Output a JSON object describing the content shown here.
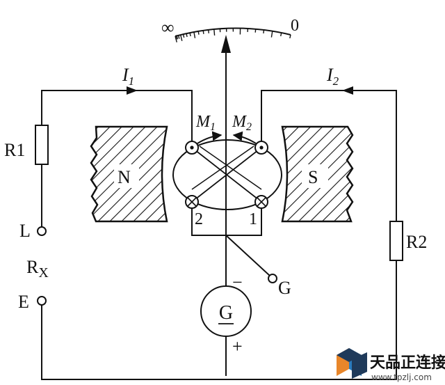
{
  "meter": {
    "scale_left": "∞",
    "scale_right": "0"
  },
  "currents": {
    "i1": "I",
    "i1_sub": "1",
    "i2": "I",
    "i2_sub": "2"
  },
  "resistors": {
    "r1": "R1",
    "r2": "R2"
  },
  "magnets": {
    "north": "N",
    "south": "S"
  },
  "coils": {
    "m1": "M",
    "m1_sub": "1",
    "m2": "M",
    "m2_sub": "2",
    "coil_2": "2",
    "coil_1": "1"
  },
  "terminals": {
    "line": "L",
    "rx": "R",
    "rx_sub": "X",
    "earth": "E",
    "guard": "G"
  },
  "generator": {
    "label": "G",
    "minus": "−",
    "plus": "+"
  },
  "watermark": {
    "text": "天品正连接",
    "url": "www.tpzlj.com"
  },
  "colors": {
    "ink": "#111111",
    "watermark_orange": "#e8862a",
    "watermark_blue": "#2a7bbd",
    "watermark_dark": "#1f3a5a"
  }
}
